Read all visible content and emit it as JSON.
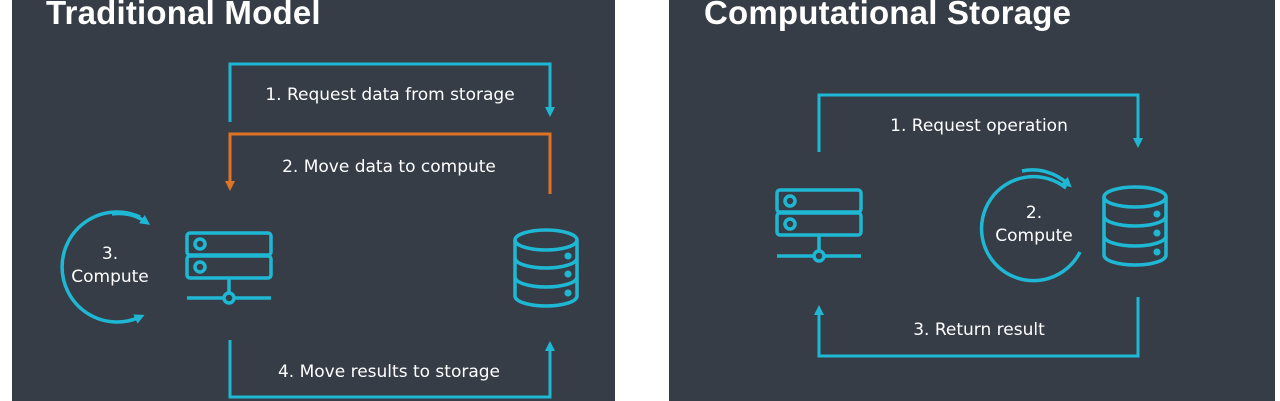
{
  "colors": {
    "background": "#363d47",
    "accent_cyan": "#1fb8d4",
    "accent_orange": "#e07426",
    "text": "#ffffff"
  },
  "traditional": {
    "title": "Traditional Model",
    "step1": "1. Request data from storage",
    "step2": "2. Move data to compute",
    "step3_num": "3.",
    "step3_word": "Compute",
    "step4": "4. Move results to storage"
  },
  "computational": {
    "title": "Computational Storage",
    "step1": "1. Request operation",
    "step2_num": "2.",
    "step2_word": "Compute",
    "step3": "3. Return result"
  },
  "icons": [
    "server-icon",
    "database-icon",
    "compute-cycle-icon"
  ]
}
